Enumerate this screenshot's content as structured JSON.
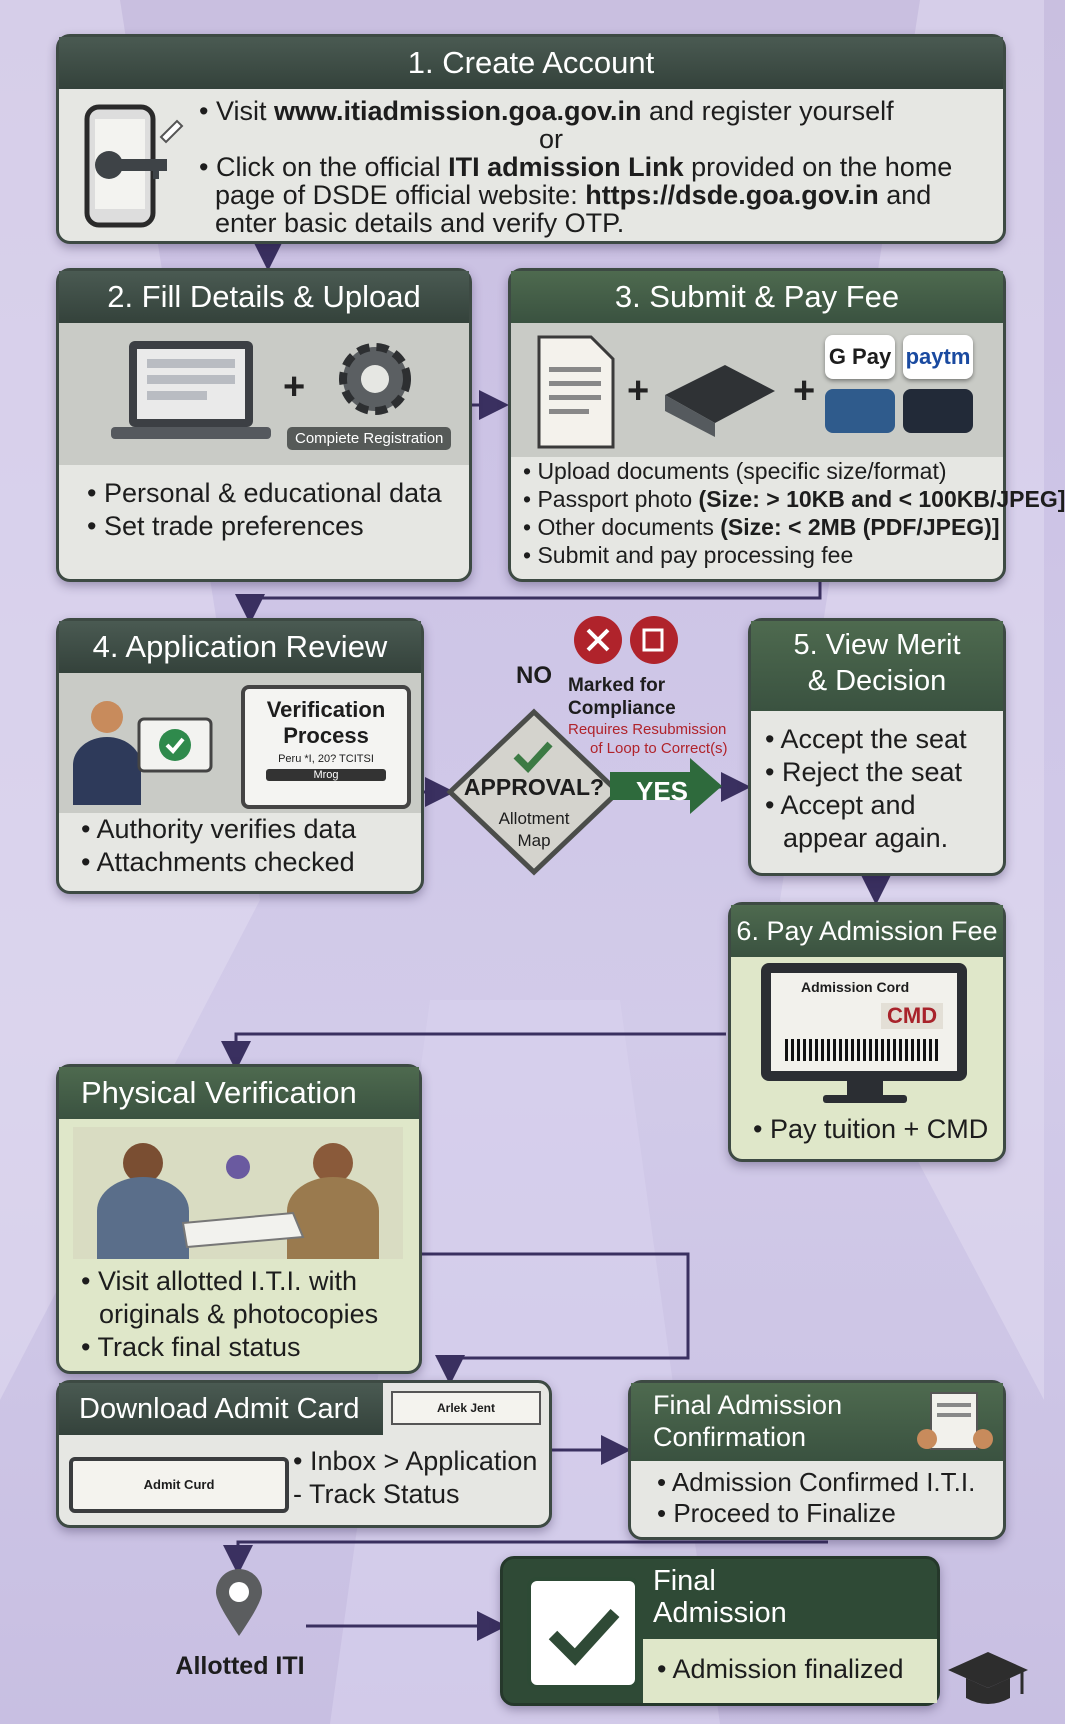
{
  "step1": {
    "title": "1. Create Account",
    "line1_pre": "• Visit ",
    "line1_url": "www.itiadmission.goa.gov.in",
    "line1_post": " and register yourself",
    "or": "or",
    "line2_pre": "• Click on the official ",
    "line2_bold": "ITI admission Link",
    "line2_post": " provided on the home",
    "line3_pre": "page of DSDE official website: ",
    "line3_url": "https://dsde.goa.gov.in",
    "line3_post": " and",
    "line4": "enter basic details and verify OTP."
  },
  "step2": {
    "title": "2. Fill Details & Upload",
    "badge": "Compiete Registration",
    "bullets": [
      "• Personal & educational data",
      "• Set trade preferences"
    ]
  },
  "step3": {
    "title": "3. Submit & Pay Fee",
    "pay1": "G Pay",
    "pay2": "paytm",
    "b1": "• Upload documents (specific size/format)",
    "b2_pre": "• Passport photo ",
    "b2_bold": "(Size: > 10KB and < 100KB/JPEG]",
    "b3_pre": "• Other documents ",
    "b3_bold": "(Size: < 2MB (PDF/JPEG)]",
    "b4": "• Submit and pay processing fee"
  },
  "step4": {
    "title": "4. Application Review",
    "vp_title1": "Verification",
    "vp_title2": "Process",
    "vp_small": "Peru *I, 20? TCITSI",
    "vp_btn": "Mrog",
    "bullets": [
      "• Authority verifies data",
      "• Attachments checked"
    ]
  },
  "decision": {
    "no": "NO",
    "yes": "YES",
    "approval": "APPROVAL?",
    "sub1": "Allotment",
    "sub2": "Map",
    "mark1": "Marked for",
    "mark2": "Compliance",
    "red1": "Requires Resubmission",
    "red2": "of Loop to Correct(s)"
  },
  "step5": {
    "title1": "5. View Merit",
    "title2": "& Decision",
    "bullets": [
      "• Accept the seat",
      "• Reject the seat",
      "• Accept and",
      "appear again."
    ]
  },
  "step6": {
    "title": "6. Pay Admission Fee",
    "card_label": "Admission Cord",
    "cmd": "CMD",
    "bullet": "• Pay tuition + CMD"
  },
  "physical": {
    "title": "Physical Verification",
    "bullets": [
      "• Visit allotted I.T.I. with",
      "originals & photocopies",
      "• Track final status"
    ]
  },
  "download": {
    "title": "Download Admit Card",
    "tag1": "Arlek Jent",
    "tag2": "Admit Curd",
    "bullets": [
      "• Inbox > Application",
      "- Track Status"
    ]
  },
  "confirm": {
    "title1": "Final Admission",
    "title2": "Confirmation",
    "bullets": [
      "• Admission Confirmed I.T.I.",
      "• Proceed to Finalize"
    ]
  },
  "allotted": {
    "label": "Allotted ITI"
  },
  "final": {
    "title1": "Final",
    "title2": "Admission",
    "bullet": "• Admission finalized"
  }
}
